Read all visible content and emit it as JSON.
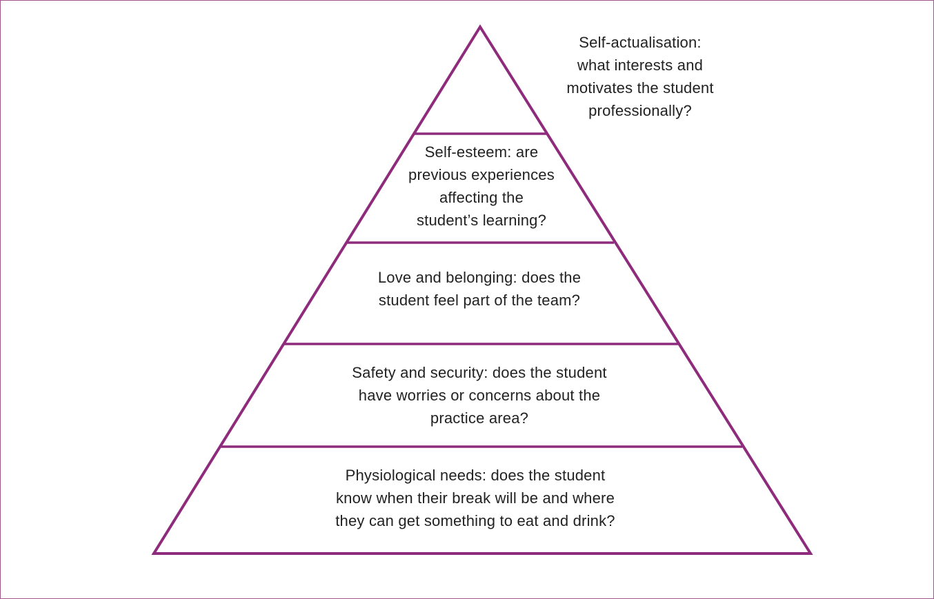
{
  "colors": {
    "outline": "#8e2b7c",
    "text": "#222222",
    "frame": "#a0558f"
  },
  "levels": [
    {
      "id": "self-actualisation",
      "lines": [
        "Self-actualisation:",
        "what interests and",
        "motivates the student",
        "professionally?"
      ]
    },
    {
      "id": "self-esteem",
      "lines": [
        "Self-esteem: are",
        "previous experiences",
        "affecting the",
        "student’s learning?"
      ]
    },
    {
      "id": "love-belonging",
      "lines": [
        "Love and belonging: does the",
        "student feel part of the team?"
      ]
    },
    {
      "id": "safety-security",
      "lines": [
        "Safety and security: does the student",
        "have worries or concerns about the",
        "practice area?"
      ]
    },
    {
      "id": "physiological",
      "lines": [
        "Physiological needs: does the student",
        "know when their break will be and where",
        "they can get something to eat and drink?"
      ]
    }
  ]
}
